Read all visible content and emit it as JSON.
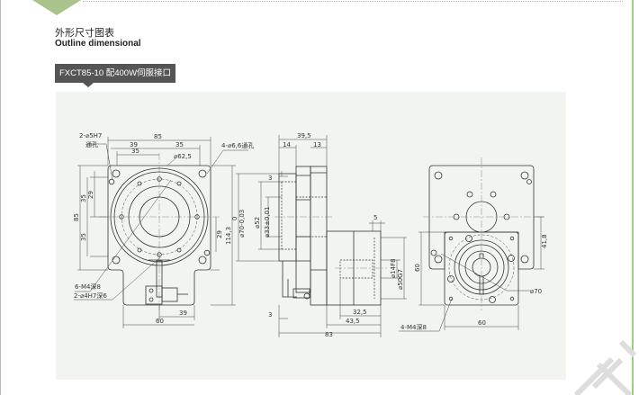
{
  "section": {
    "title_cn": "外形尺寸图表",
    "title_en": "Outline dimensional",
    "model_tag": "FXCT85-10 配400W伺服接口"
  },
  "front_view": {
    "width_overall": "85",
    "dim_39_top": "39",
    "dim_35_top_right": "35",
    "dim_35_top_left": "35",
    "dia_62_5": "⌀62,5",
    "holes_5h7": "2-⌀5H7",
    "through_hole": "通孔",
    "holes_6_6": "4-⌀6,6通孔",
    "height_85": "85",
    "left_35_upper": "35",
    "left_29": "29",
    "left_35_lower": "35",
    "right_29": "29",
    "height_114_3": "114,3",
    "m4_depth": "6-M4深8",
    "holes_4h7": "2-⌀4H7深6",
    "bottom_39": "39",
    "bottom_60": "60"
  },
  "side_view": {
    "zero": "0",
    "dia_70": "⌀70-0,03",
    "dia_52": "⌀52",
    "dia_33": "⌀33±0,01",
    "width_39_5": "39,5",
    "dim_14": "14",
    "dim_13": "13",
    "dim_3_top": "3",
    "dim_5": "5",
    "dia_14f8": "⌀14F8",
    "dia_50g7": "⌀50G7",
    "dim_3_bottom": "3",
    "dim_32_5": "32,5",
    "dim_43_5": "43,5",
    "length_83": "83"
  },
  "rear_view": {
    "dim_41_8": "41,8",
    "dim_60_vertical": "60",
    "dia_70": "⌀70",
    "m4_depth": "4-M4深8",
    "dim_60_bottom": "60"
  },
  "colors": {
    "accent_green": "#a9c38c",
    "tag_bg": "#555555",
    "panel_bg": "#f2f5ef"
  }
}
